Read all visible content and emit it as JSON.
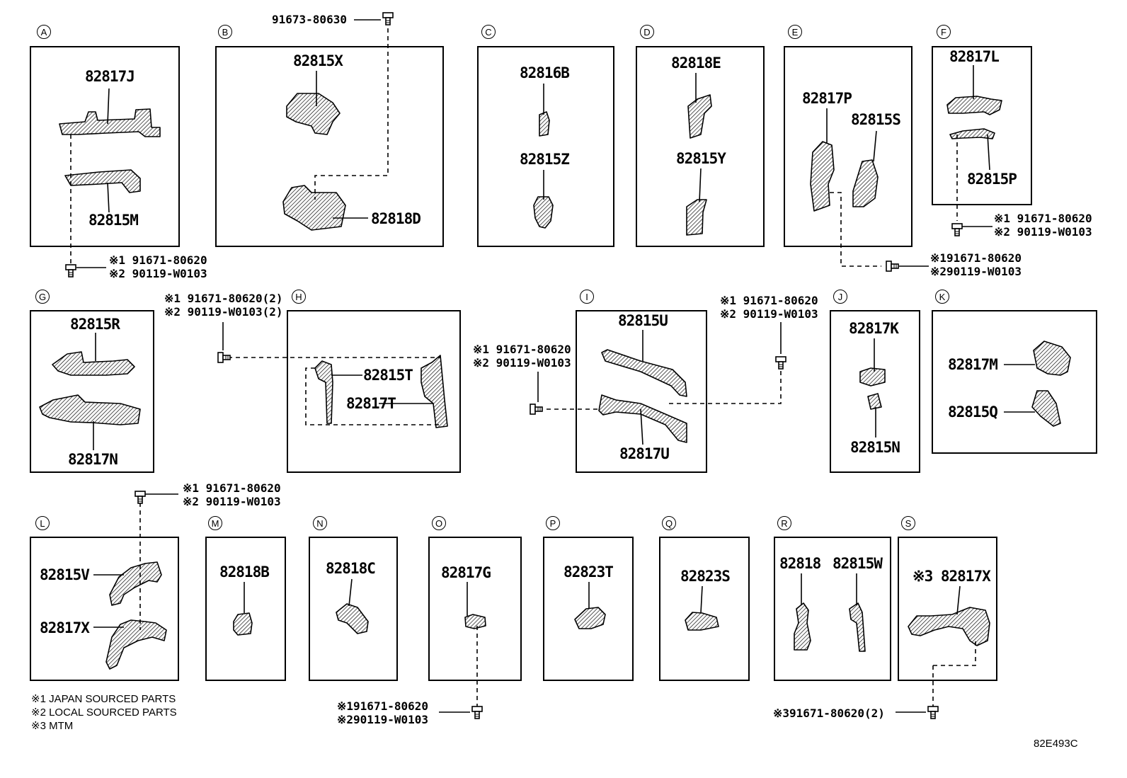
{
  "panels": {
    "A": {
      "label": "A",
      "parts": [
        "82817J",
        "82815M"
      ]
    },
    "B": {
      "label": "B",
      "parts": [
        "82815X",
        "82818D"
      ]
    },
    "C": {
      "label": "C",
      "parts": [
        "82816B",
        "82815Z"
      ]
    },
    "D": {
      "label": "D",
      "parts": [
        "82818E",
        "82815Y"
      ]
    },
    "E": {
      "label": "E",
      "parts": [
        "82817P",
        "82815S"
      ]
    },
    "F": {
      "label": "F",
      "parts": [
        "82817L",
        "82815P"
      ]
    },
    "G": {
      "label": "G",
      "parts": [
        "82815R",
        "82817N"
      ]
    },
    "H": {
      "label": "H",
      "parts": [
        "82815T",
        "82817T"
      ]
    },
    "I": {
      "label": "I",
      "parts": [
        "82815U",
        "82817U"
      ]
    },
    "J": {
      "label": "J",
      "parts": [
        "82817K",
        "82815N"
      ]
    },
    "K": {
      "label": "K",
      "parts": [
        "82817M",
        "82815Q"
      ]
    },
    "L": {
      "label": "L",
      "parts": [
        "82815V",
        "82817X"
      ]
    },
    "M": {
      "label": "M",
      "parts": [
        "82818B"
      ]
    },
    "N": {
      "label": "N",
      "parts": [
        "82818C"
      ]
    },
    "O": {
      "label": "O",
      "parts": [
        "82817G"
      ]
    },
    "P": {
      "label": "P",
      "parts": [
        "82823T"
      ]
    },
    "Q": {
      "label": "Q",
      "parts": [
        "82823S"
      ]
    },
    "R": {
      "label": "R",
      "parts": [
        "82818",
        "82815W"
      ]
    },
    "S": {
      "label": "S",
      "parts": [
        "※3 82817X"
      ]
    }
  },
  "refs": {
    "b_bolt": "91673-80630",
    "a_bolt": [
      "※1 91671-80620",
      "※2 90119-W0103"
    ],
    "e_bolt": [
      "※191671-80620",
      "※290119-W0103"
    ],
    "f_bolt": [
      "※1 91671-80620",
      "※2 90119-W0103"
    ],
    "h_bolt": [
      "※1 91671-80620(2)",
      "※2 90119-W0103(2)"
    ],
    "i_bolt_left": [
      "※1 91671-80620",
      "※2 90119-W0103"
    ],
    "i_bolt_right": [
      "※1 91671-80620",
      "※2 90119-W0103"
    ],
    "l_bolt": [
      "※1 91671-80620",
      "※2 90119-W0103"
    ],
    "o_bolt": [
      "※191671-80620",
      "※290119-W0103"
    ],
    "s_bolt": "※391671-80620(2)"
  },
  "footnotes": [
    "※1 JAPAN SOURCED PARTS",
    "※2 LOCAL SOURCED PARTS",
    "※3 MTM"
  ],
  "diagram_code": "82E493C"
}
